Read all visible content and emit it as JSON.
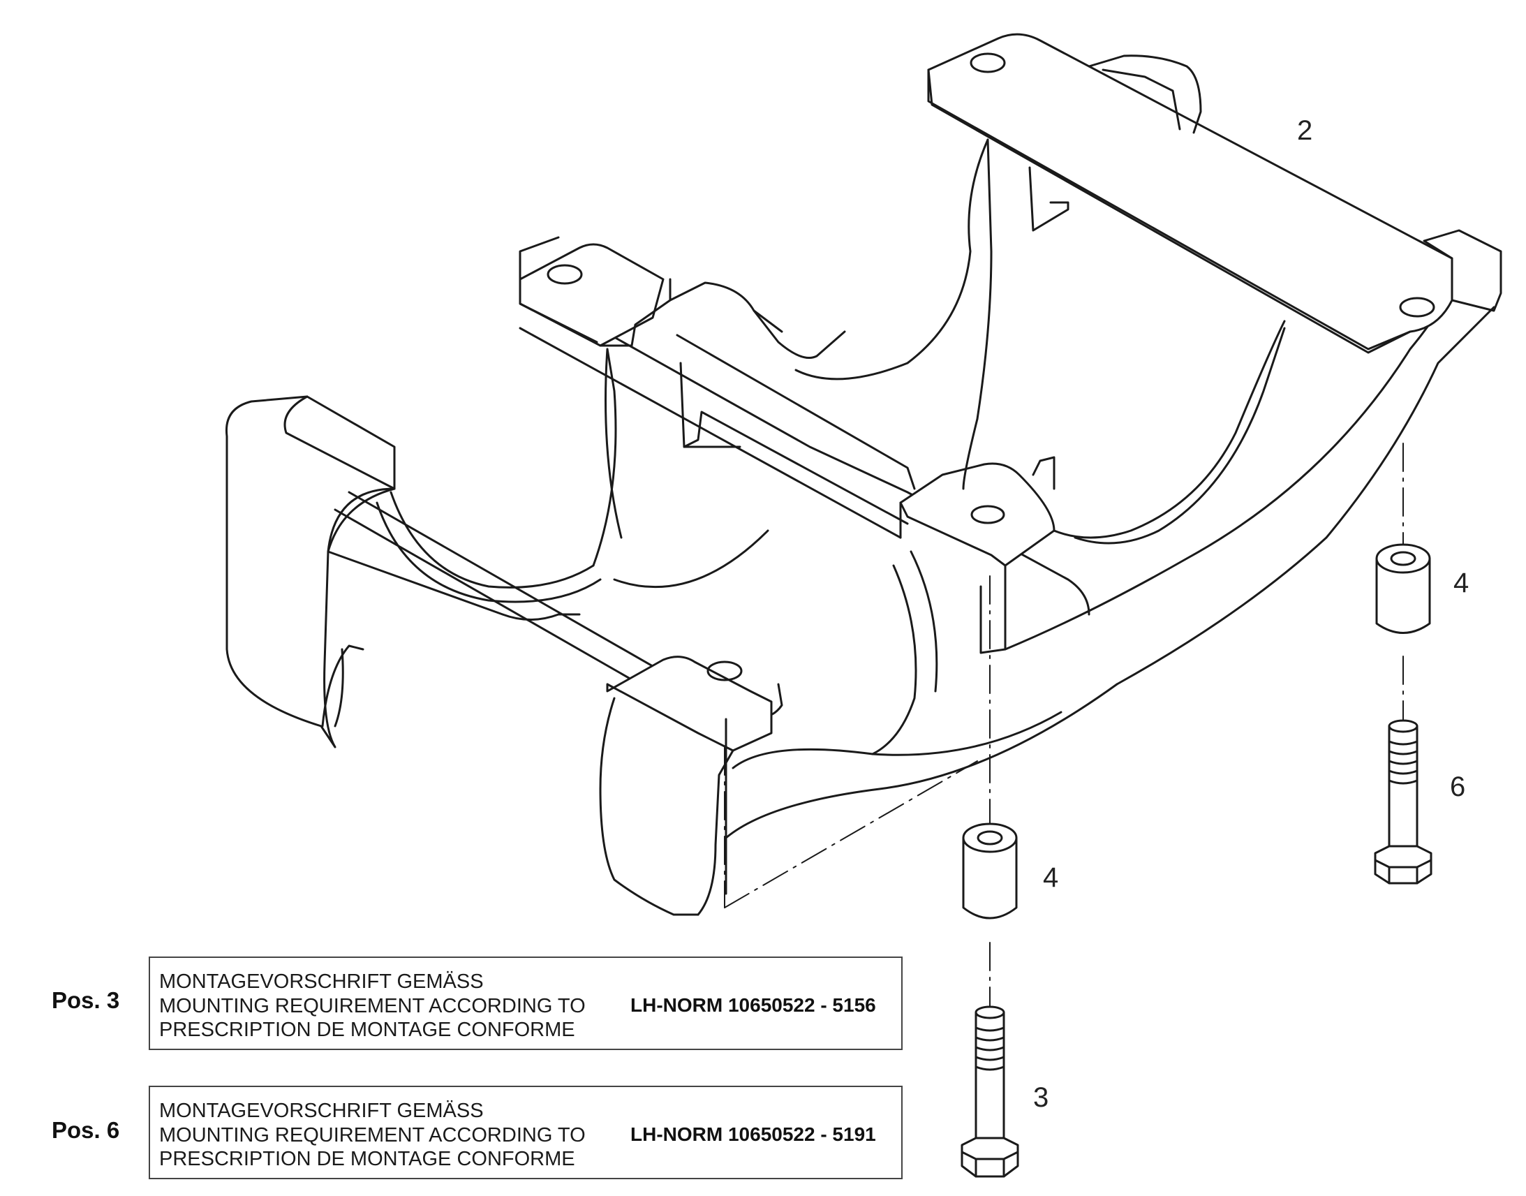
{
  "callouts": {
    "c2": "2",
    "c4a": "4",
    "c4b": "4",
    "c6": "6",
    "c3": "3"
  },
  "notes": [
    {
      "pos": "Pos. 3",
      "lines": [
        "MONTAGEVORSCHRIFT GEMÄSS",
        "MOUNTING REQUIREMENT ACCORDING TO",
        "PRESCRIPTION DE MONTAGE CONFORME"
      ],
      "norm": "LH-NORM 10650522 - 5156"
    },
    {
      "pos": "Pos. 6",
      "lines": [
        "MONTAGEVORSCHRIFT GEMÄSS",
        "MOUNTING REQUIREMENT ACCORDING TO",
        "PRESCRIPTION DE MONTAGE CONFORME"
      ],
      "norm": "LH-NORM 10650522 - 5191"
    }
  ]
}
